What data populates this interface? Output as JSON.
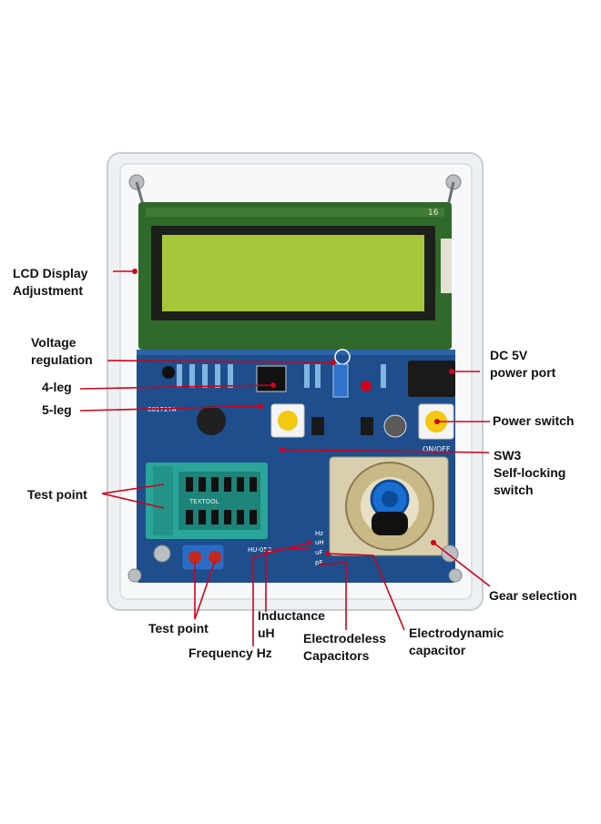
{
  "labels": {
    "lcd_display": {
      "line1": "LCD Display",
      "line2": "Adjustment"
    },
    "voltage_regulation": {
      "line1": "Voltage",
      "line2": "regulation"
    },
    "four_leg": "4-leg",
    "five_leg": "5-leg",
    "dc_power": {
      "line1": "DC 5V",
      "line2": "power port"
    },
    "power_switch": "Power switch",
    "sw3": {
      "line1": "SW3",
      "line2": "Self-locking",
      "line3": "switch"
    },
    "test_point_left": "Test point",
    "gear_selection": "Gear selection",
    "test_point_bottom": "Test point",
    "inductance": {
      "line1": "Inductance",
      "line2": "uH"
    },
    "frequency": "Frequency Hz",
    "electrodeless": {
      "line1": "Electrodeless",
      "line2": "Capacitors"
    },
    "electrodynamic": {
      "line1": "Electrodynamic",
      "line2": "capacitor"
    }
  },
  "board": {
    "lcd_header": "16",
    "model": "HU-053",
    "pcb_code": "601727A",
    "socket_text": "TEXTOOL",
    "onoff": "ON/OFF",
    "hz": "Hz",
    "uh": "uH",
    "uf": "uF",
    "pf": "pF"
  },
  "colors": {
    "pcb": "#1e4f8c",
    "lcd_screen": "#a8c63a",
    "lcd_frame": "#2f6a2a",
    "socket": "#2aa59a",
    "knob": "#1a6ed1",
    "leader_line": "#d0021b",
    "button": "#f2c811"
  }
}
